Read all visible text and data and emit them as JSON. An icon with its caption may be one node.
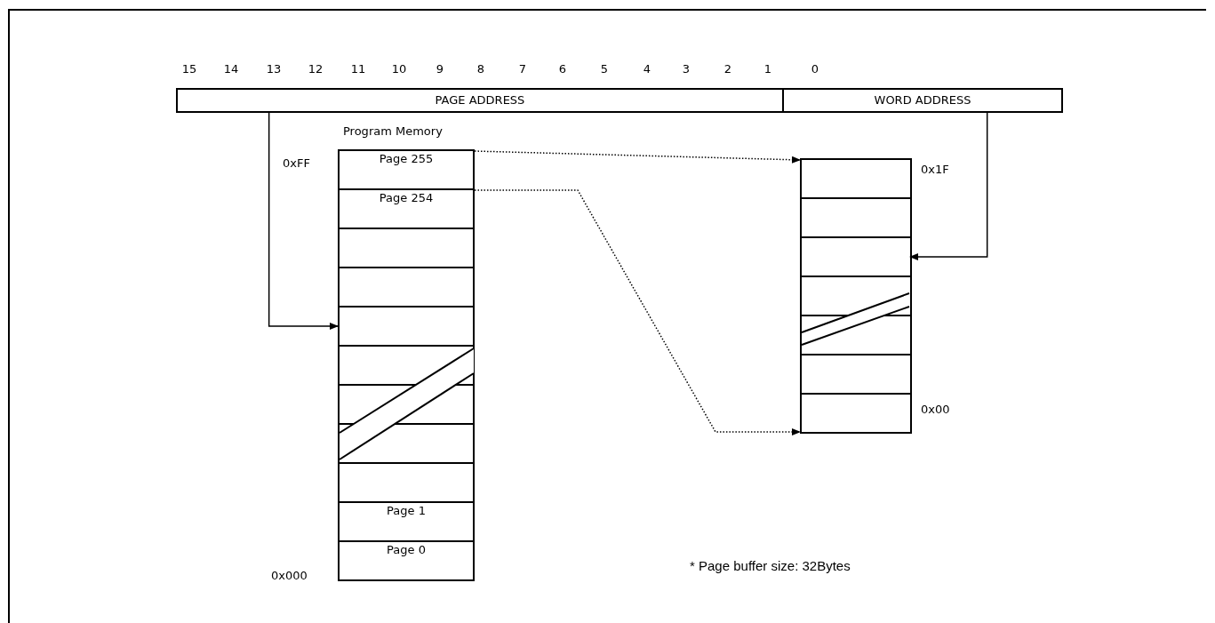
{
  "diagram": {
    "nodes": [
      {
        "text": [
          "PAGE ADDRESS"
        ]
      },
      {
        "text": [
          "WORD ADDRESS"
        ]
      },
      {
        "text": [
          "Program Memory"
        ]
      },
      {
        "text": [
          "Page 255"
        ],
        "in": 2
      },
      {
        "text": [
          "Page 254"
        ],
        "in": 2
      },
      {
        "text": [],
        "shape": "box",
        "in": 2
      },
      {
        "text": [],
        "shape": "box",
        "in": 2
      },
      {
        "text": [],
        "shape": "box",
        "in": 2
      },
      {
        "text": [],
        "shape": "box",
        "in": 2
      },
      {
        "text": [],
        "shape": "box",
        "in": 2
      },
      {
        "text": [],
        "shape": "box",
        "in": 2
      },
      {
        "text": [],
        "shape": "box",
        "in": 2
      },
      {
        "text": [
          "Page 1"
        ],
        "in": 2
      },
      {
        "text": [
          "Page 0"
        ],
        "in": 2
      },
      {
        "text": [],
        "shape": "box"
      },
      {
        "text": [],
        "shape": "box",
        "in": 14
      },
      {
        "text": [],
        "shape": "box",
        "in": 14
      },
      {
        "text": [],
        "shape": "box",
        "in": 14
      },
      {
        "text": [],
        "shape": "box",
        "in": 14
      },
      {
        "text": [],
        "shape": "box",
        "in": 14
      },
      {
        "text": [],
        "shape": "box",
        "in": 14
      },
      {
        "text": [],
        "shape": "box",
        "in": 14
      }
    ],
    "edges": [
      {
        "from": 0,
        "to": 7,
        "arrow": "to"
      },
      {
        "from": 1,
        "to": 17,
        "arrow": "to"
      },
      {
        "from": 3,
        "to": 14,
        "arrow": "to",
        "style": "dashed"
      },
      {
        "from": 4,
        "to": 14,
        "arrow": "to",
        "style": "dashed"
      }
    ],
    "labels": [
      "15",
      "14",
      "13",
      "12",
      "11",
      "10",
      "9",
      "8",
      "7",
      "6",
      "5",
      "4",
      "3",
      "2",
      "1",
      "0",
      "0xFF",
      "0x1F",
      "0x00",
      "* Page buffer size: 32Bytes",
      "0x000"
    ]
  }
}
